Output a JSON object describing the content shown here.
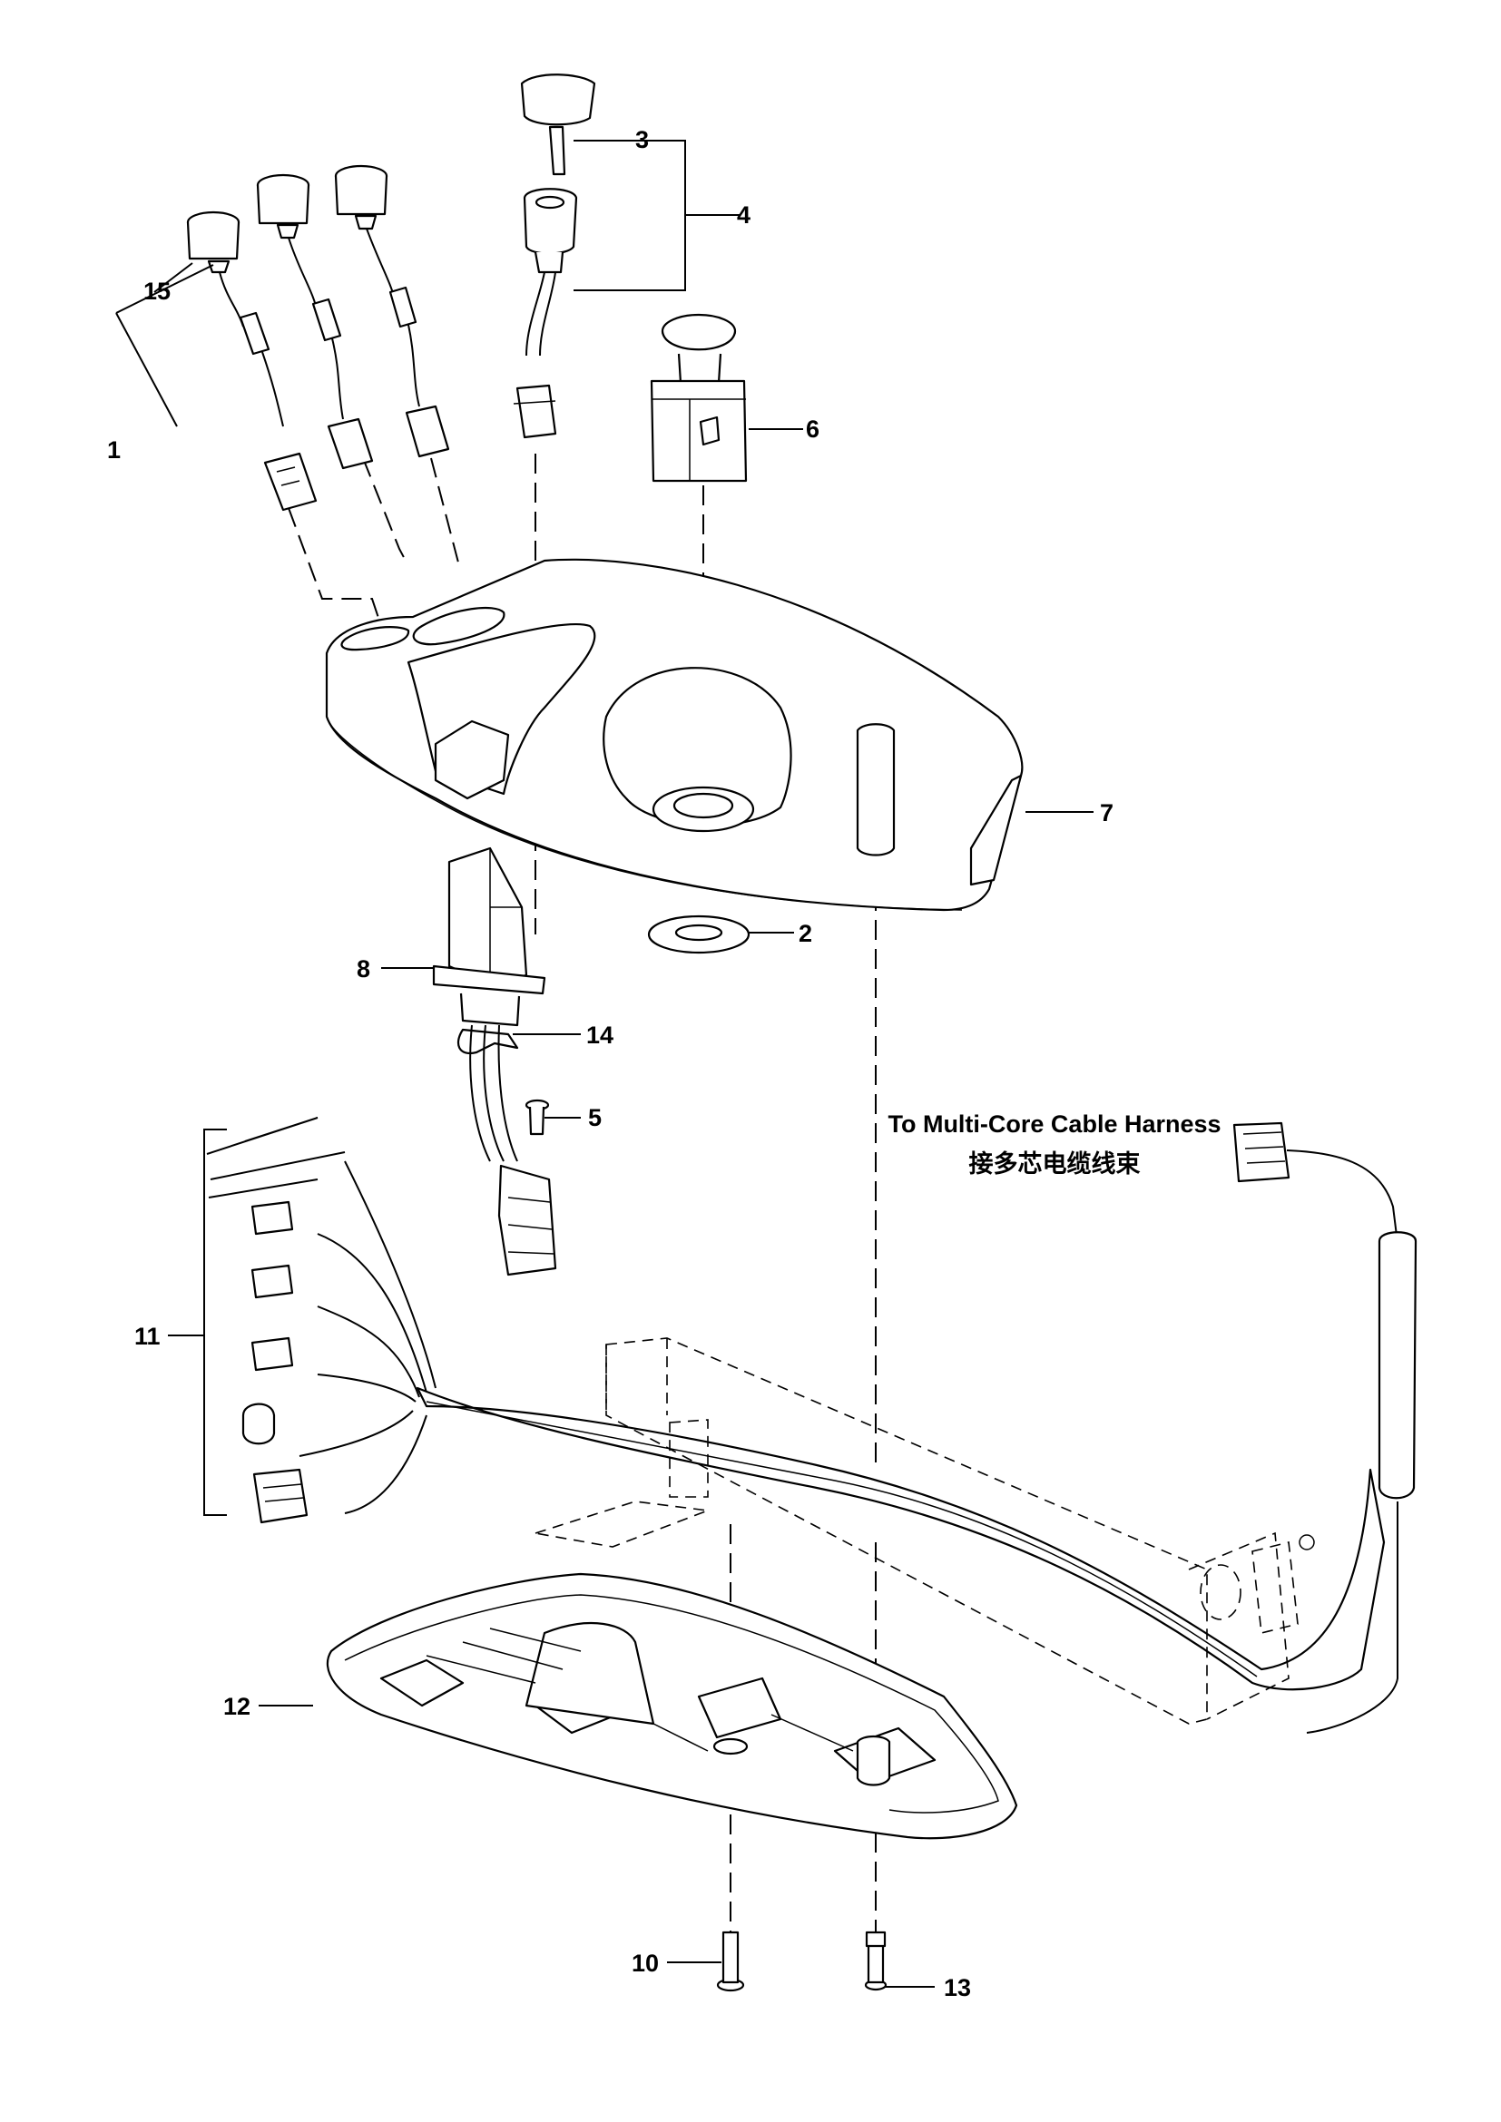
{
  "callouts": {
    "c1": "1",
    "c2": "2",
    "c3": "3",
    "c4": "4",
    "c5": "5",
    "c6": "6",
    "c7": "7",
    "c8": "8",
    "c10": "10",
    "c11": "11",
    "c12": "12",
    "c13": "13",
    "c14": "14",
    "c15": "15"
  },
  "harness_note": {
    "english": "To Multi-Core Cable Harness",
    "chinese": "接多芯电缆线束"
  }
}
